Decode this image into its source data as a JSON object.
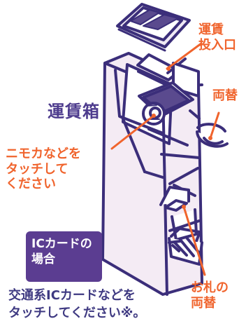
{
  "colors": {
    "accent": "#f0642d",
    "primary": "#4d3b8d",
    "badge": "#5b3d91",
    "panel": "#f4ebf4",
    "outline": "#3b2e7a"
  },
  "labels": {
    "fare_slot": "運賃\n投入口",
    "coin_changer": "両替",
    "nimoca_touch": "ニモカなどを\nタッチして\nください",
    "bill_changer": "お札の\n両替",
    "fare_box": "運賃箱"
  },
  "ic_card_badge": "ICカードの\n場合",
  "instruction_text": "交通系ICカードなどを\nタッチしてください※。"
}
